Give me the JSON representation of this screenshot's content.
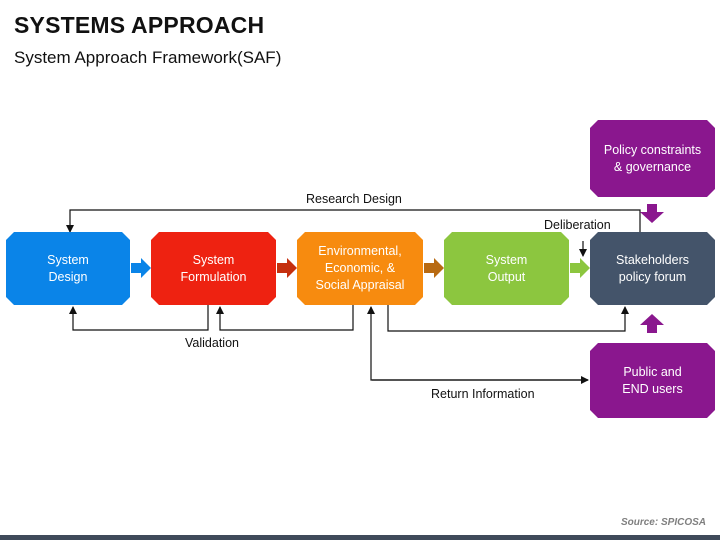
{
  "title": "SYSTEMS APPROACH",
  "subtitle": "System Approach Framework(SAF)",
  "boxes": {
    "system_design": "System\nDesign",
    "system_formulation": "System\nFormulation",
    "appraisal": "Environmental,\nEconomic, &\nSocial Appraisal",
    "system_output": "System\nOutput",
    "stakeholders": "Stakeholders\npolicy forum",
    "policy": "Policy constraints\n& governance",
    "public": "Public and\nEND users"
  },
  "labels": {
    "research_design": "Research Design",
    "deliberation": "Deliberation",
    "validation": "Validation",
    "return_information": "Return Information"
  },
  "source": "Source: SPICOSA",
  "colors": {
    "blue": "#0a84e8",
    "red": "#ee2211",
    "orange": "#f78b0f",
    "green": "#8cc63f",
    "slate": "#44546a",
    "purple": "#8a178e"
  }
}
